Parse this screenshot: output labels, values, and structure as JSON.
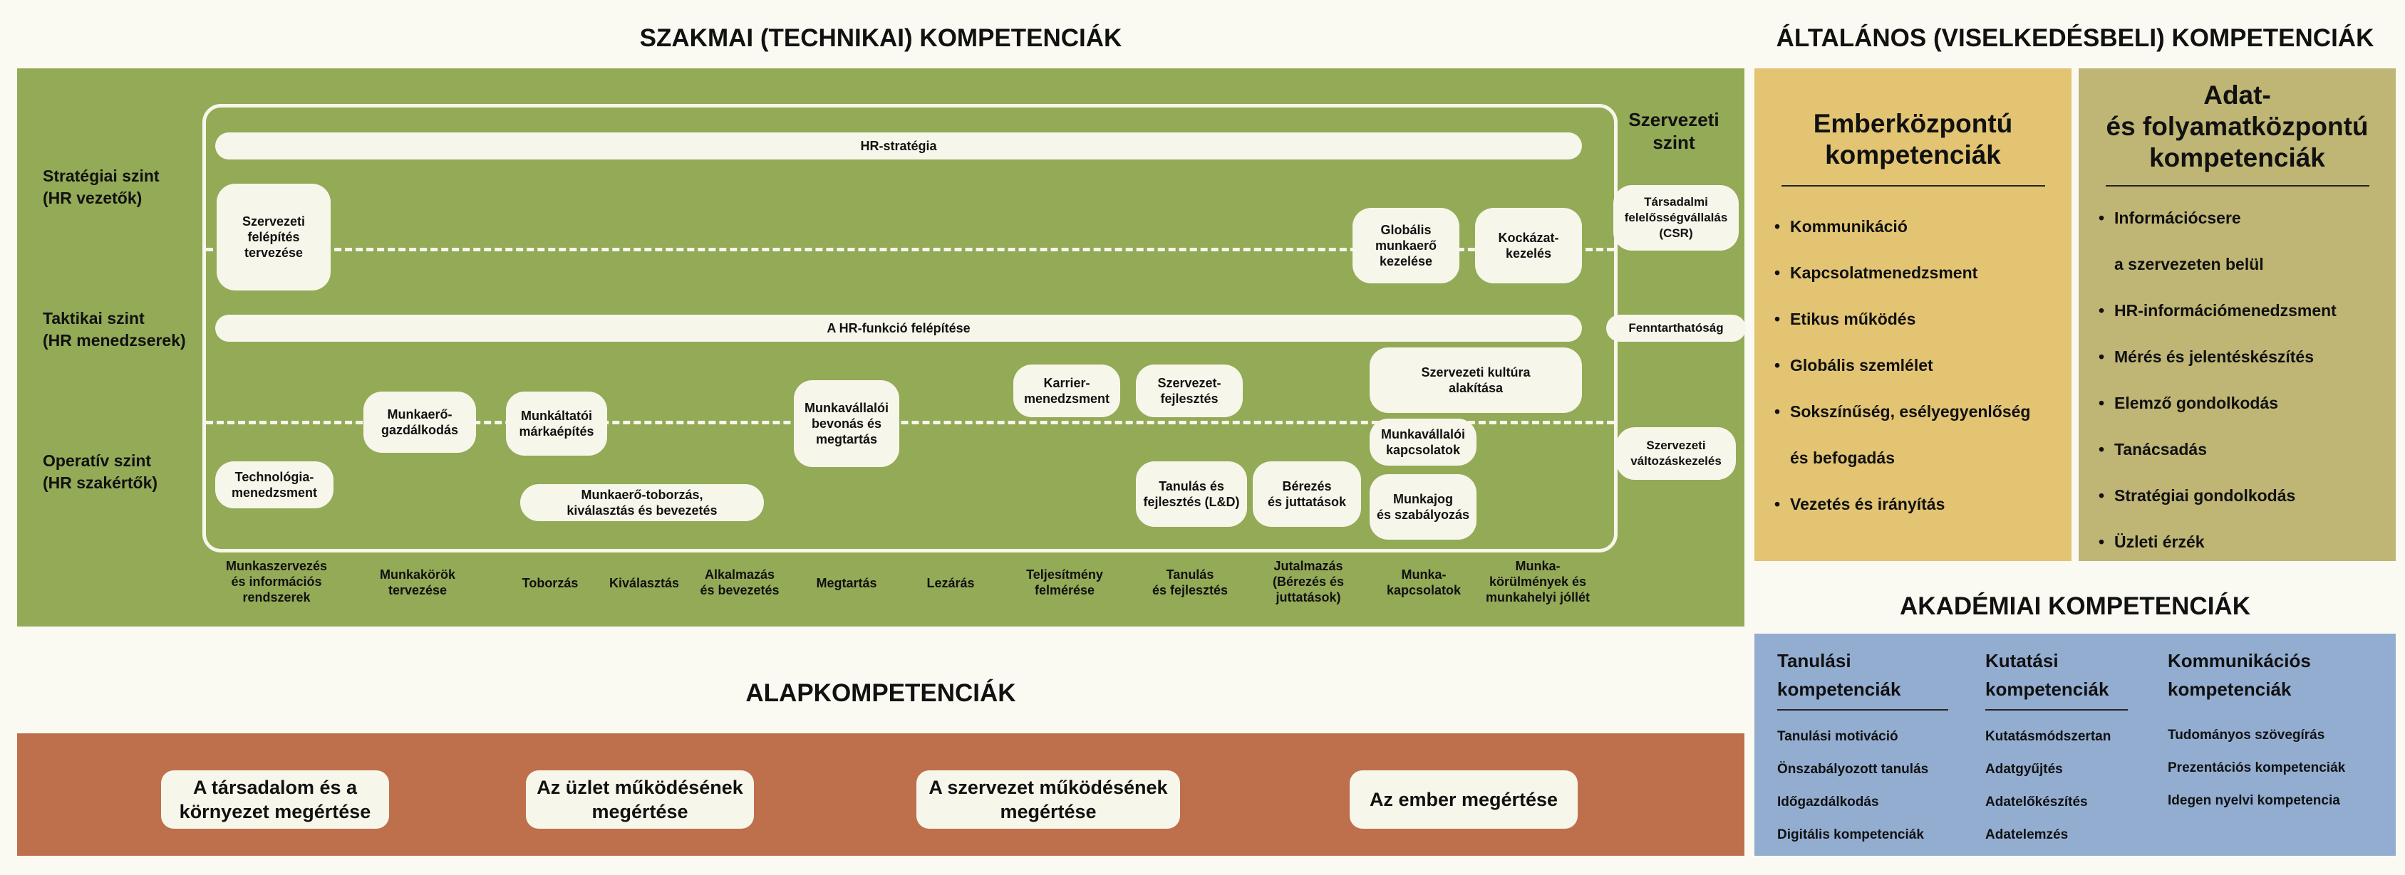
{
  "colors": {
    "technical_green": "#93aa57",
    "people_yellow": "#e2c473",
    "data_olive": "#bfb575",
    "academic_blue": "#93add1",
    "base_rust": "#bd704b",
    "pill_cream": "#f7f6ea",
    "background": "#fbfaf2"
  },
  "technical": {
    "title": "SZAKMAI (TECHNIKAI) KOMPETENCIÁK",
    "levels": {
      "strategic": "Stratégiai szint\n(HR vezetők)",
      "tactical": "Taktikai szint\n(HR menedzserek)",
      "operative": "Operatív szint\n(HR szakértők)"
    },
    "org_level_title": "Szervezeti\nszint",
    "org_items": [
      "Társadalmi\nfelelősségvállalás\n(CSR)",
      "Fenntarthatóság",
      "Szervezeti\nváltozáskezelés"
    ],
    "bars": {
      "hr_strategy": "HR-stratégia",
      "hr_function": "A HR-funkció felépítése"
    },
    "boxes": {
      "org_design": "Szervezeti\nfelépítés\ntervezése",
      "global_workforce": "Globális\nmunkaerő\nkezelése",
      "risk_management": "Kockázat-\nkezelés",
      "workforce_planning": "Munkaerő-\ngazdálkodás",
      "employer_branding": "Munkáltatói\nmárkaépítés",
      "engagement_retention": "Munkavállalói\nbevonás és\nmegtartás",
      "career_management": "Karrier-\nmenedzsment",
      "org_development": "Szervezet-\nfejlesztés",
      "org_culture": "Szervezeti kultúra\nalakítása",
      "employee_relations": "Munkavállalói\nkapcsolatok",
      "technology_management": "Technológia-\nmenedzsment",
      "recruitment_selection": "Munkaerő-toborzás,\nkiválasztás és bevezetés",
      "learning_development": "Tanulás és\nfejlesztés (L&D)",
      "compensation": "Bérezés\nés juttatások",
      "labour_law": "Munkajog\nés szabályozás"
    },
    "columns": [
      "Munkaszervezés\nés információs\nrendszerek",
      "Munkakörök\ntervezése",
      "Toborzás",
      "Kiválasztás",
      "Alkalmazás\nés bevezetés",
      "Megtartás",
      "Lezárás",
      "Teljesítmény\nfelmérése",
      "Tanulás\nés fejlesztés",
      "Jutalmazás\n(Bérezés és\njuttatások)",
      "Munka-\nkapcsolatok",
      "Munka-\nkörülmények és\nmunkahelyi jóllét"
    ]
  },
  "general": {
    "title": "ÁLTALÁNOS (VISELKEDÉSBELI) KOMPETENCIÁK",
    "people": {
      "title": "Emberközpontú\nkompetenciák",
      "items": [
        {
          "text": "Kommunikáció",
          "bullet": true
        },
        {
          "text": "Kapcsolatmenedzsment",
          "bullet": true
        },
        {
          "text": "Etikus működés",
          "bullet": true
        },
        {
          "text": "Globális szemlélet",
          "bullet": true
        },
        {
          "text": "Sokszínűség, esélyegyenlőség",
          "bullet": true
        },
        {
          "text": "és befogadás",
          "bullet": false
        },
        {
          "text": "Vezetés és irányítás",
          "bullet": true
        }
      ]
    },
    "data": {
      "title": "Adat-\nés folyamatközpontú\nkompetenciák",
      "items": [
        {
          "text": "Információcsere",
          "bullet": true
        },
        {
          "text": "a szervezeten belül",
          "bullet": false
        },
        {
          "text": "HR-információmenedzsment",
          "bullet": true
        },
        {
          "text": "Mérés és jelentéskészítés",
          "bullet": true
        },
        {
          "text": "Elemző gondolkodás",
          "bullet": true
        },
        {
          "text": "Tanácsadás",
          "bullet": true
        },
        {
          "text": "Stratégiai gondolkodás",
          "bullet": true
        },
        {
          "text": "Üzleti érzék",
          "bullet": true
        }
      ]
    }
  },
  "academic": {
    "title": "AKADÉMIAI KOMPETENCIÁK",
    "columns": [
      {
        "title": "Tanulási\nkompetenciák",
        "items": [
          "Tanulási motiváció",
          "Önszabályozott tanulás",
          "Időgazdálkodás",
          "Digitális kompetenciák"
        ]
      },
      {
        "title": "Kutatási\nkompetenciák",
        "items": [
          "Kutatásmódszertan",
          "Adatgyűjtés",
          "Adatelőkészítés",
          "Adatelemzés"
        ]
      },
      {
        "title": "Kommunikációs\nkompetenciák",
        "items": [
          "Tudományos szövegírás",
          "Prezentációs kompetenciák",
          "Idegen nyelvi kompetencia"
        ]
      }
    ]
  },
  "base": {
    "title": "ALAPKOMPETENCIÁK",
    "items": [
      "A társadalom és a\nkörnyezet megértése",
      "Az üzlet működésének\nmegértése",
      "A szervezet működésének\nmegértése",
      "Az ember megértése"
    ]
  }
}
